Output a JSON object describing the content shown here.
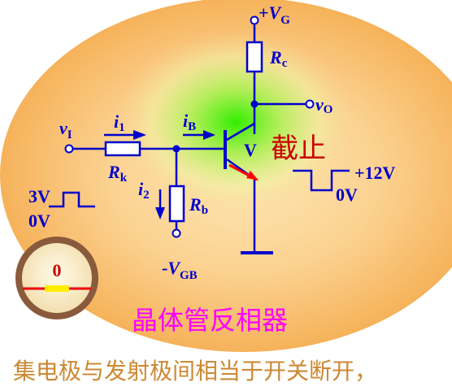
{
  "circuit": {
    "vg": {
      "prefix": "+",
      "symbol": "V",
      "sub": "G"
    },
    "rc": {
      "symbol": "R",
      "sub": "c"
    },
    "vo": {
      "symbol": "v",
      "sub": "O"
    },
    "vi": {
      "symbol": "v",
      "sub": "I"
    },
    "i1": {
      "symbol": "i",
      "sub": "1"
    },
    "ib": {
      "symbol": "i",
      "sub": "B"
    },
    "rk": {
      "symbol": "R",
      "sub": "k"
    },
    "transistor": "V",
    "i2": {
      "symbol": "i",
      "sub": "2"
    },
    "rb": {
      "symbol": "R",
      "sub": "b"
    },
    "vgb": {
      "prefix": "-",
      "symbol": "V",
      "sub": "GB"
    }
  },
  "state_label": "截止",
  "output_wave": {
    "high": "+12V",
    "low": "0V"
  },
  "input_wave": {
    "high": "3V",
    "low": "0V"
  },
  "meter": {
    "value": "0"
  },
  "title": "晶体管反相器",
  "caption": "集电极与发射极间相当于开关断开，",
  "colors": {
    "wire": "#0000cc",
    "label": "#0000cc",
    "state": "#cc0000",
    "title": "#ff00ff",
    "caption": "#cc8833",
    "glow_center": "#33ee00",
    "glow_mid": "#eeee88",
    "background_disc": "#f9c47a",
    "emitter_arrow": "#ff0000"
  }
}
